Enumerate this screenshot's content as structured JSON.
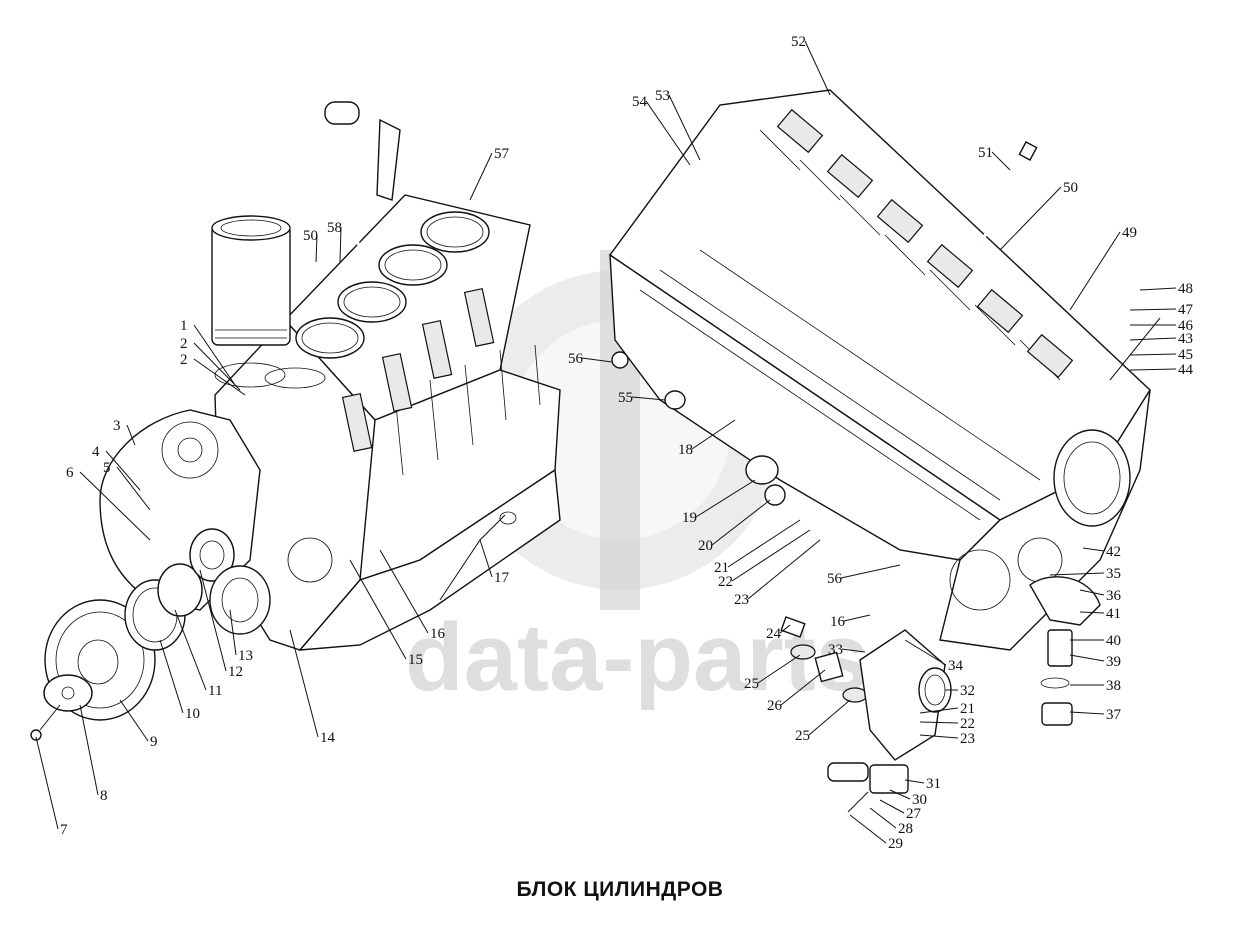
{
  "title": "БЛОК ЦИЛИНДРОВ",
  "watermark": "data-parts",
  "callouts": [
    {
      "label": "1"
    },
    {
      "label": "2"
    },
    {
      "label": "2"
    },
    {
      "label": "3"
    },
    {
      "label": "4"
    },
    {
      "label": "5"
    },
    {
      "label": "6"
    },
    {
      "label": "7"
    },
    {
      "label": "8"
    },
    {
      "label": "9"
    },
    {
      "label": "10"
    },
    {
      "label": "11"
    },
    {
      "label": "12"
    },
    {
      "label": "13"
    },
    {
      "label": "14"
    },
    {
      "label": "15"
    },
    {
      "label": "16"
    },
    {
      "label": "17"
    },
    {
      "label": "50"
    },
    {
      "label": "57"
    },
    {
      "label": "58"
    },
    {
      "label": "52"
    },
    {
      "label": "53"
    },
    {
      "label": "54"
    },
    {
      "label": "51"
    },
    {
      "label": "50"
    },
    {
      "label": "49"
    },
    {
      "label": "48"
    },
    {
      "label": "47"
    },
    {
      "label": "46"
    },
    {
      "label": "43"
    },
    {
      "label": "45"
    },
    {
      "label": "44"
    },
    {
      "label": "56"
    },
    {
      "label": "55"
    },
    {
      "label": "18"
    },
    {
      "label": "19"
    },
    {
      "label": "20"
    },
    {
      "label": "21"
    },
    {
      "label": "22"
    },
    {
      "label": "23"
    },
    {
      "label": "24"
    },
    {
      "label": "16"
    },
    {
      "label": "33"
    },
    {
      "label": "25"
    },
    {
      "label": "26"
    },
    {
      "label": "25"
    },
    {
      "label": "56"
    },
    {
      "label": "42"
    },
    {
      "label": "35"
    },
    {
      "label": "36"
    },
    {
      "label": "41"
    },
    {
      "label": "40"
    },
    {
      "label": "39"
    },
    {
      "label": "38"
    },
    {
      "label": "37"
    },
    {
      "label": "34"
    },
    {
      "label": "32"
    },
    {
      "label": "21"
    },
    {
      "label": "22"
    },
    {
      "label": "23"
    },
    {
      "label": "31"
    },
    {
      "label": "30"
    },
    {
      "label": "27"
    },
    {
      "label": "28"
    },
    {
      "label": "29"
    }
  ]
}
